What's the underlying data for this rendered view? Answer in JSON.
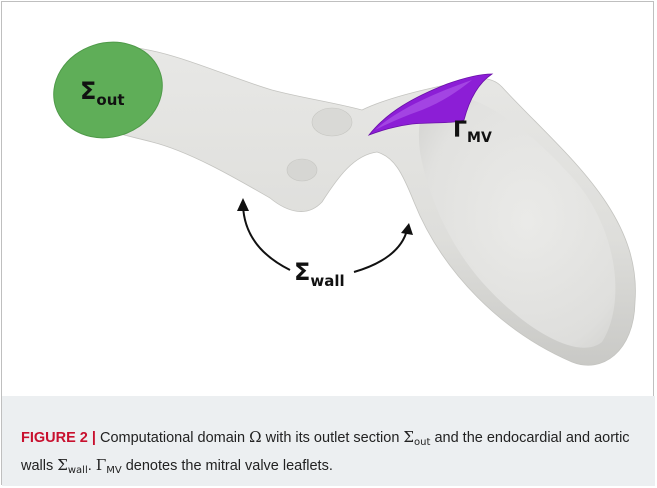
{
  "figure": {
    "labels": {
      "sigma_out": {
        "symbol": "Σ",
        "subscript": "out"
      },
      "gamma_mv": {
        "symbol": "Γ",
        "subscript": "MV"
      },
      "sigma_wall": {
        "symbol": "Σ",
        "subscript": "wall"
      }
    },
    "colors": {
      "tissue": "#e3e3e1",
      "tissue_shade": "#cfcfcc",
      "outlet": "#5fae58",
      "valve": "#8c1ed6",
      "arrow": "#111111",
      "caption_background": "#eceff1",
      "caption_label": "#c8102e"
    }
  },
  "caption": {
    "label": "FIGURE 2",
    "separator": "|",
    "t1": "Computational domain",
    "omega": "Ω",
    "t2": "with its outlet section",
    "sigma1": "Σ",
    "sub1": "out",
    "t3": "and the endocardial and aortic walls",
    "sigma2": "Σ",
    "sub2": "wall",
    "t4": ".",
    "gamma": "Γ",
    "sub3": "MV",
    "t5": "denotes the mitral valve leaflets."
  }
}
